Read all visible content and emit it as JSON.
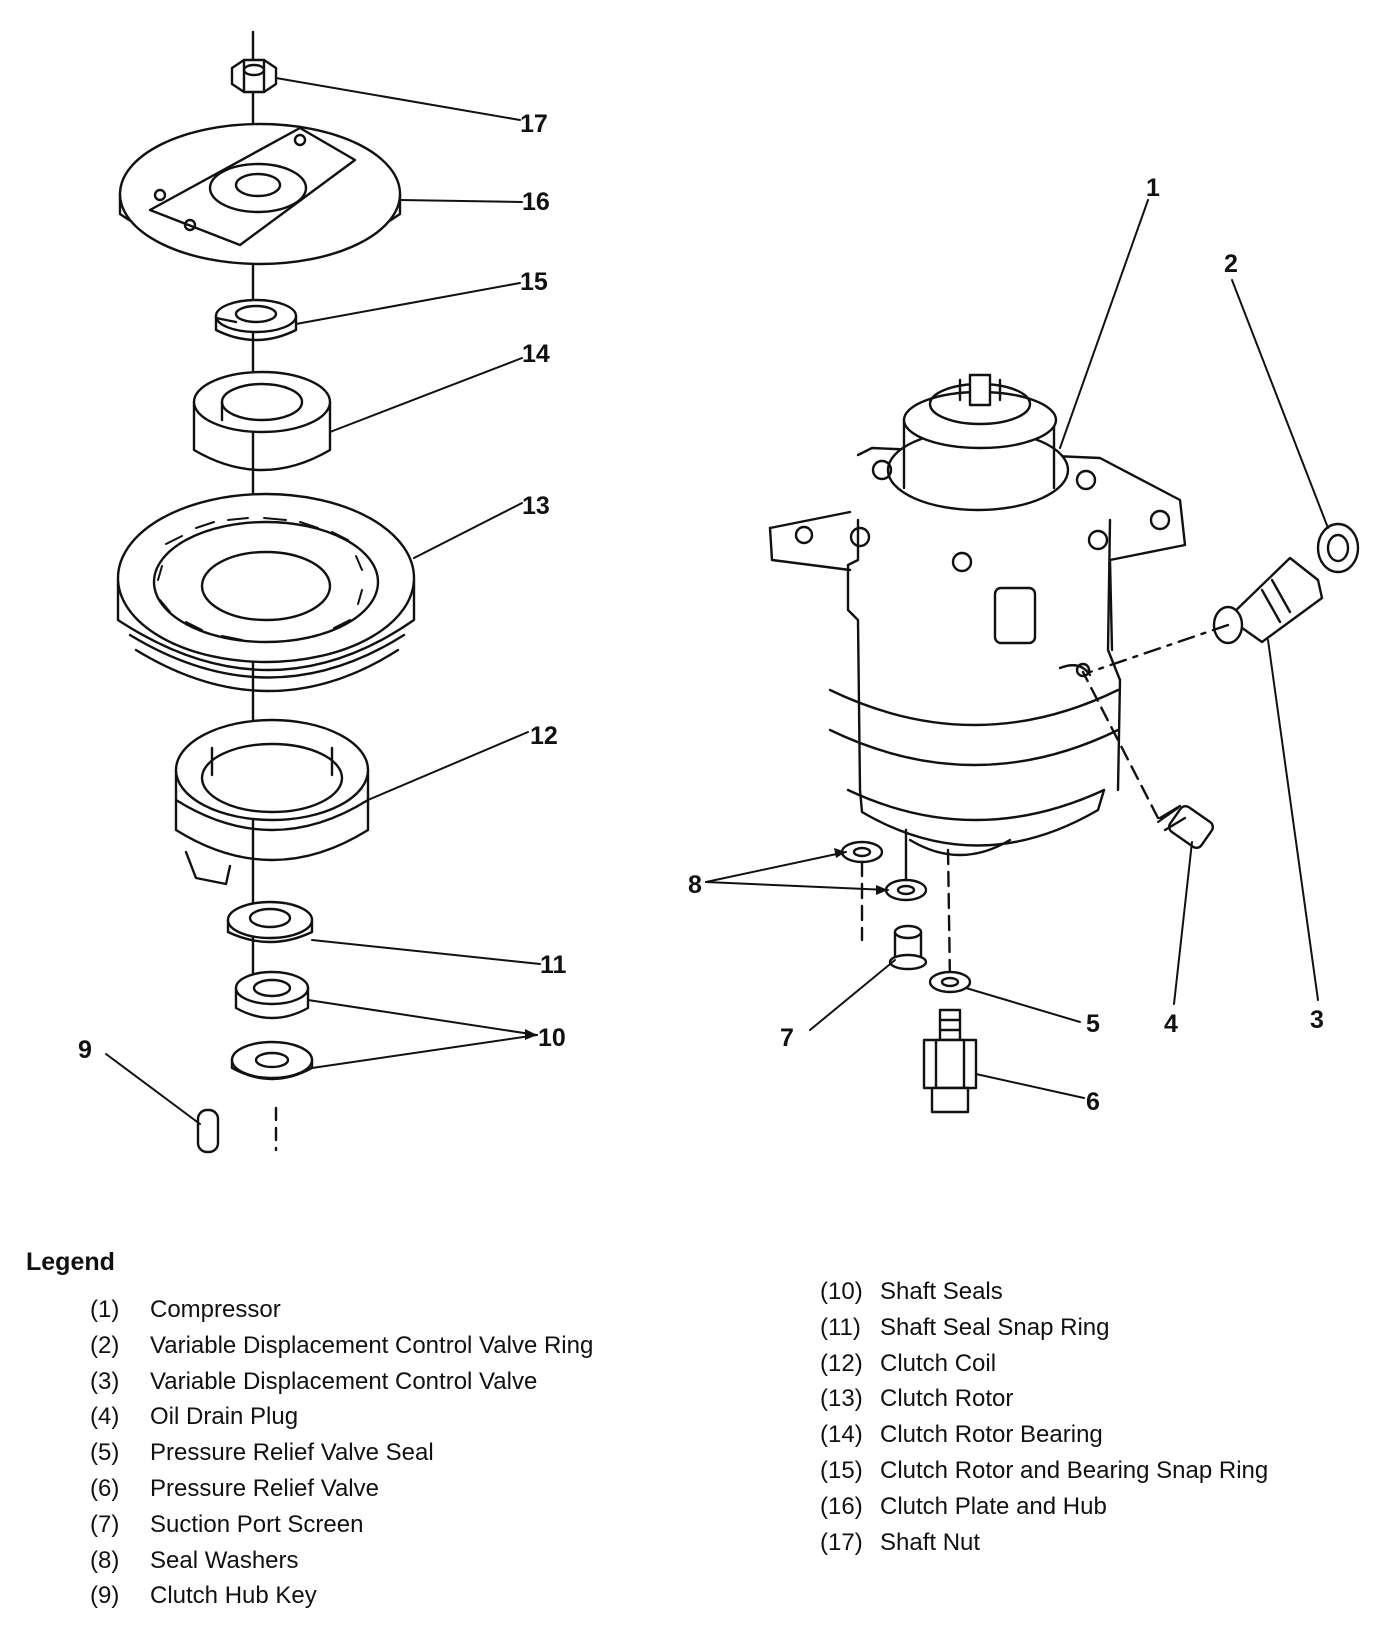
{
  "callouts": [
    "1",
    "2",
    "3",
    "4",
    "5",
    "6",
    "7",
    "8",
    "9",
    "10",
    "11",
    "12",
    "13",
    "14",
    "15",
    "16",
    "17"
  ],
  "legend": {
    "title": "Legend",
    "left": [
      {
        "num": "(1)",
        "label": "Compressor"
      },
      {
        "num": "(2)",
        "label": "Variable Displacement Control Valve Ring"
      },
      {
        "num": "(3)",
        "label": "Variable Displacement Control Valve"
      },
      {
        "num": "(4)",
        "label": "Oil Drain Plug"
      },
      {
        "num": "(5)",
        "label": "Pressure Relief Valve Seal"
      },
      {
        "num": "(6)",
        "label": "Pressure Relief Valve"
      },
      {
        "num": "(7)",
        "label": "Suction Port Screen"
      },
      {
        "num": "(8)",
        "label": "Seal Washers"
      },
      {
        "num": "(9)",
        "label": "Clutch Hub Key"
      }
    ],
    "right": [
      {
        "num": "(10)",
        "label": "Shaft Seals"
      },
      {
        "num": "(11)",
        "label": "Shaft Seal Snap Ring"
      },
      {
        "num": "(12)",
        "label": "Clutch Coil"
      },
      {
        "num": "(13)",
        "label": "Clutch Rotor"
      },
      {
        "num": "(14)",
        "label": "Clutch Rotor Bearing"
      },
      {
        "num": "(15)",
        "label": "Clutch Rotor and Bearing Snap Ring"
      },
      {
        "num": "(16)",
        "label": "Clutch Plate and Hub"
      },
      {
        "num": "(17)",
        "label": "Shaft Nut"
      }
    ]
  }
}
